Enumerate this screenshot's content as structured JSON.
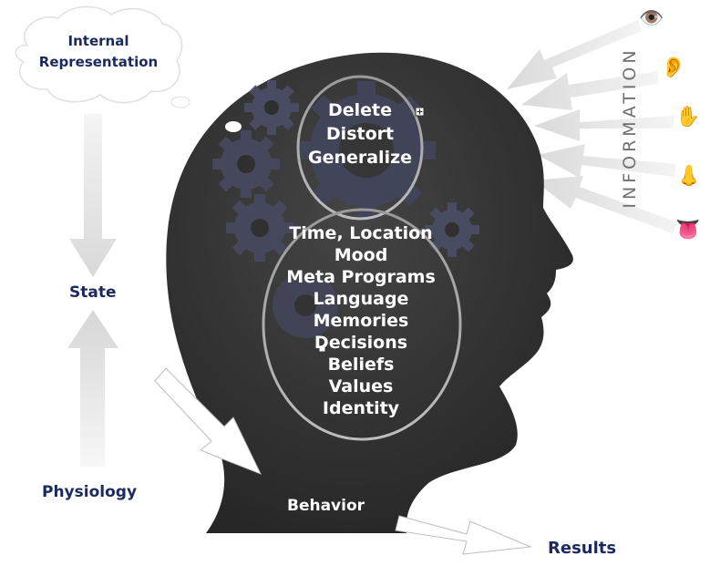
{
  "thought_bubble": {
    "line1": "Internal",
    "line2": "Representation"
  },
  "filters": [
    "Delete",
    "Distort",
    "Generalize"
  ],
  "mind_contents": [
    "Time, Location",
    "Mood",
    "Meta Programs",
    "Language",
    "Memories",
    "Decisions",
    "Beliefs",
    "Values",
    "Identity"
  ],
  "left_labels": {
    "state": "State",
    "physiology": "Physiology"
  },
  "behavior": "Behavior",
  "results": "Results",
  "information": "INFORMATION",
  "senses": [
    {
      "icon": "eye-icon",
      "glyph": "👁️"
    },
    {
      "icon": "ear-icon",
      "glyph": "👂"
    },
    {
      "icon": "hand-icon",
      "glyph": "✋"
    },
    {
      "icon": "nose-icon",
      "glyph": "👃"
    },
    {
      "icon": "tongue-icon",
      "glyph": "👅"
    }
  ],
  "colors": {
    "head": "#353535",
    "navy": "#1b2a5e",
    "arrow": "#e3e3e3",
    "gear": "#4a4e66"
  }
}
